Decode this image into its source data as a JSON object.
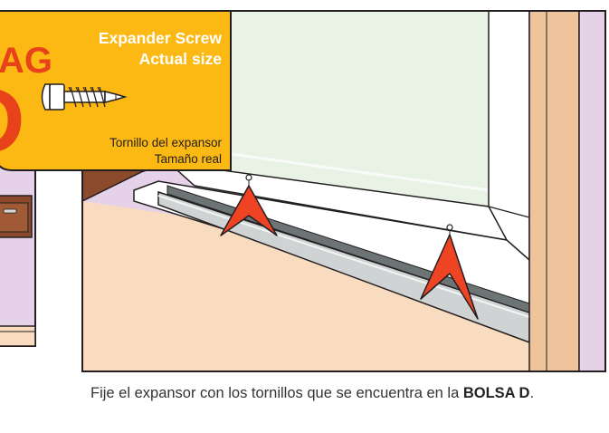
{
  "callout": {
    "title_line1": "Expander Screw",
    "title_line2": "Actual size",
    "subtitle_line1": "Tornillo del expansor",
    "subtitle_line2": "Tamaño real",
    "bag_fragment": "AG",
    "bag_letter_fragment": "D"
  },
  "caption": {
    "prefix": "Fije el expansor con los tornillos que se encuentra en la ",
    "bold": "BOLSA D",
    "suffix": "."
  },
  "colors": {
    "callout_fill": "#fdb913",
    "bag_red": "#e8421a",
    "marker_red": "#ef4423",
    "wall_lilac": "#e6d2e8",
    "floor_peach": "#f9dcc0",
    "trim_tan": "#efc49c",
    "cabinet_brown": "#8b4a2b",
    "glass_green": "#e6f2e4",
    "expander_gray": "#cfd3d3",
    "outline": "#231f20"
  },
  "icons": {
    "screw": "screw-icon",
    "marker": "arrowhead-marker-icon"
  }
}
